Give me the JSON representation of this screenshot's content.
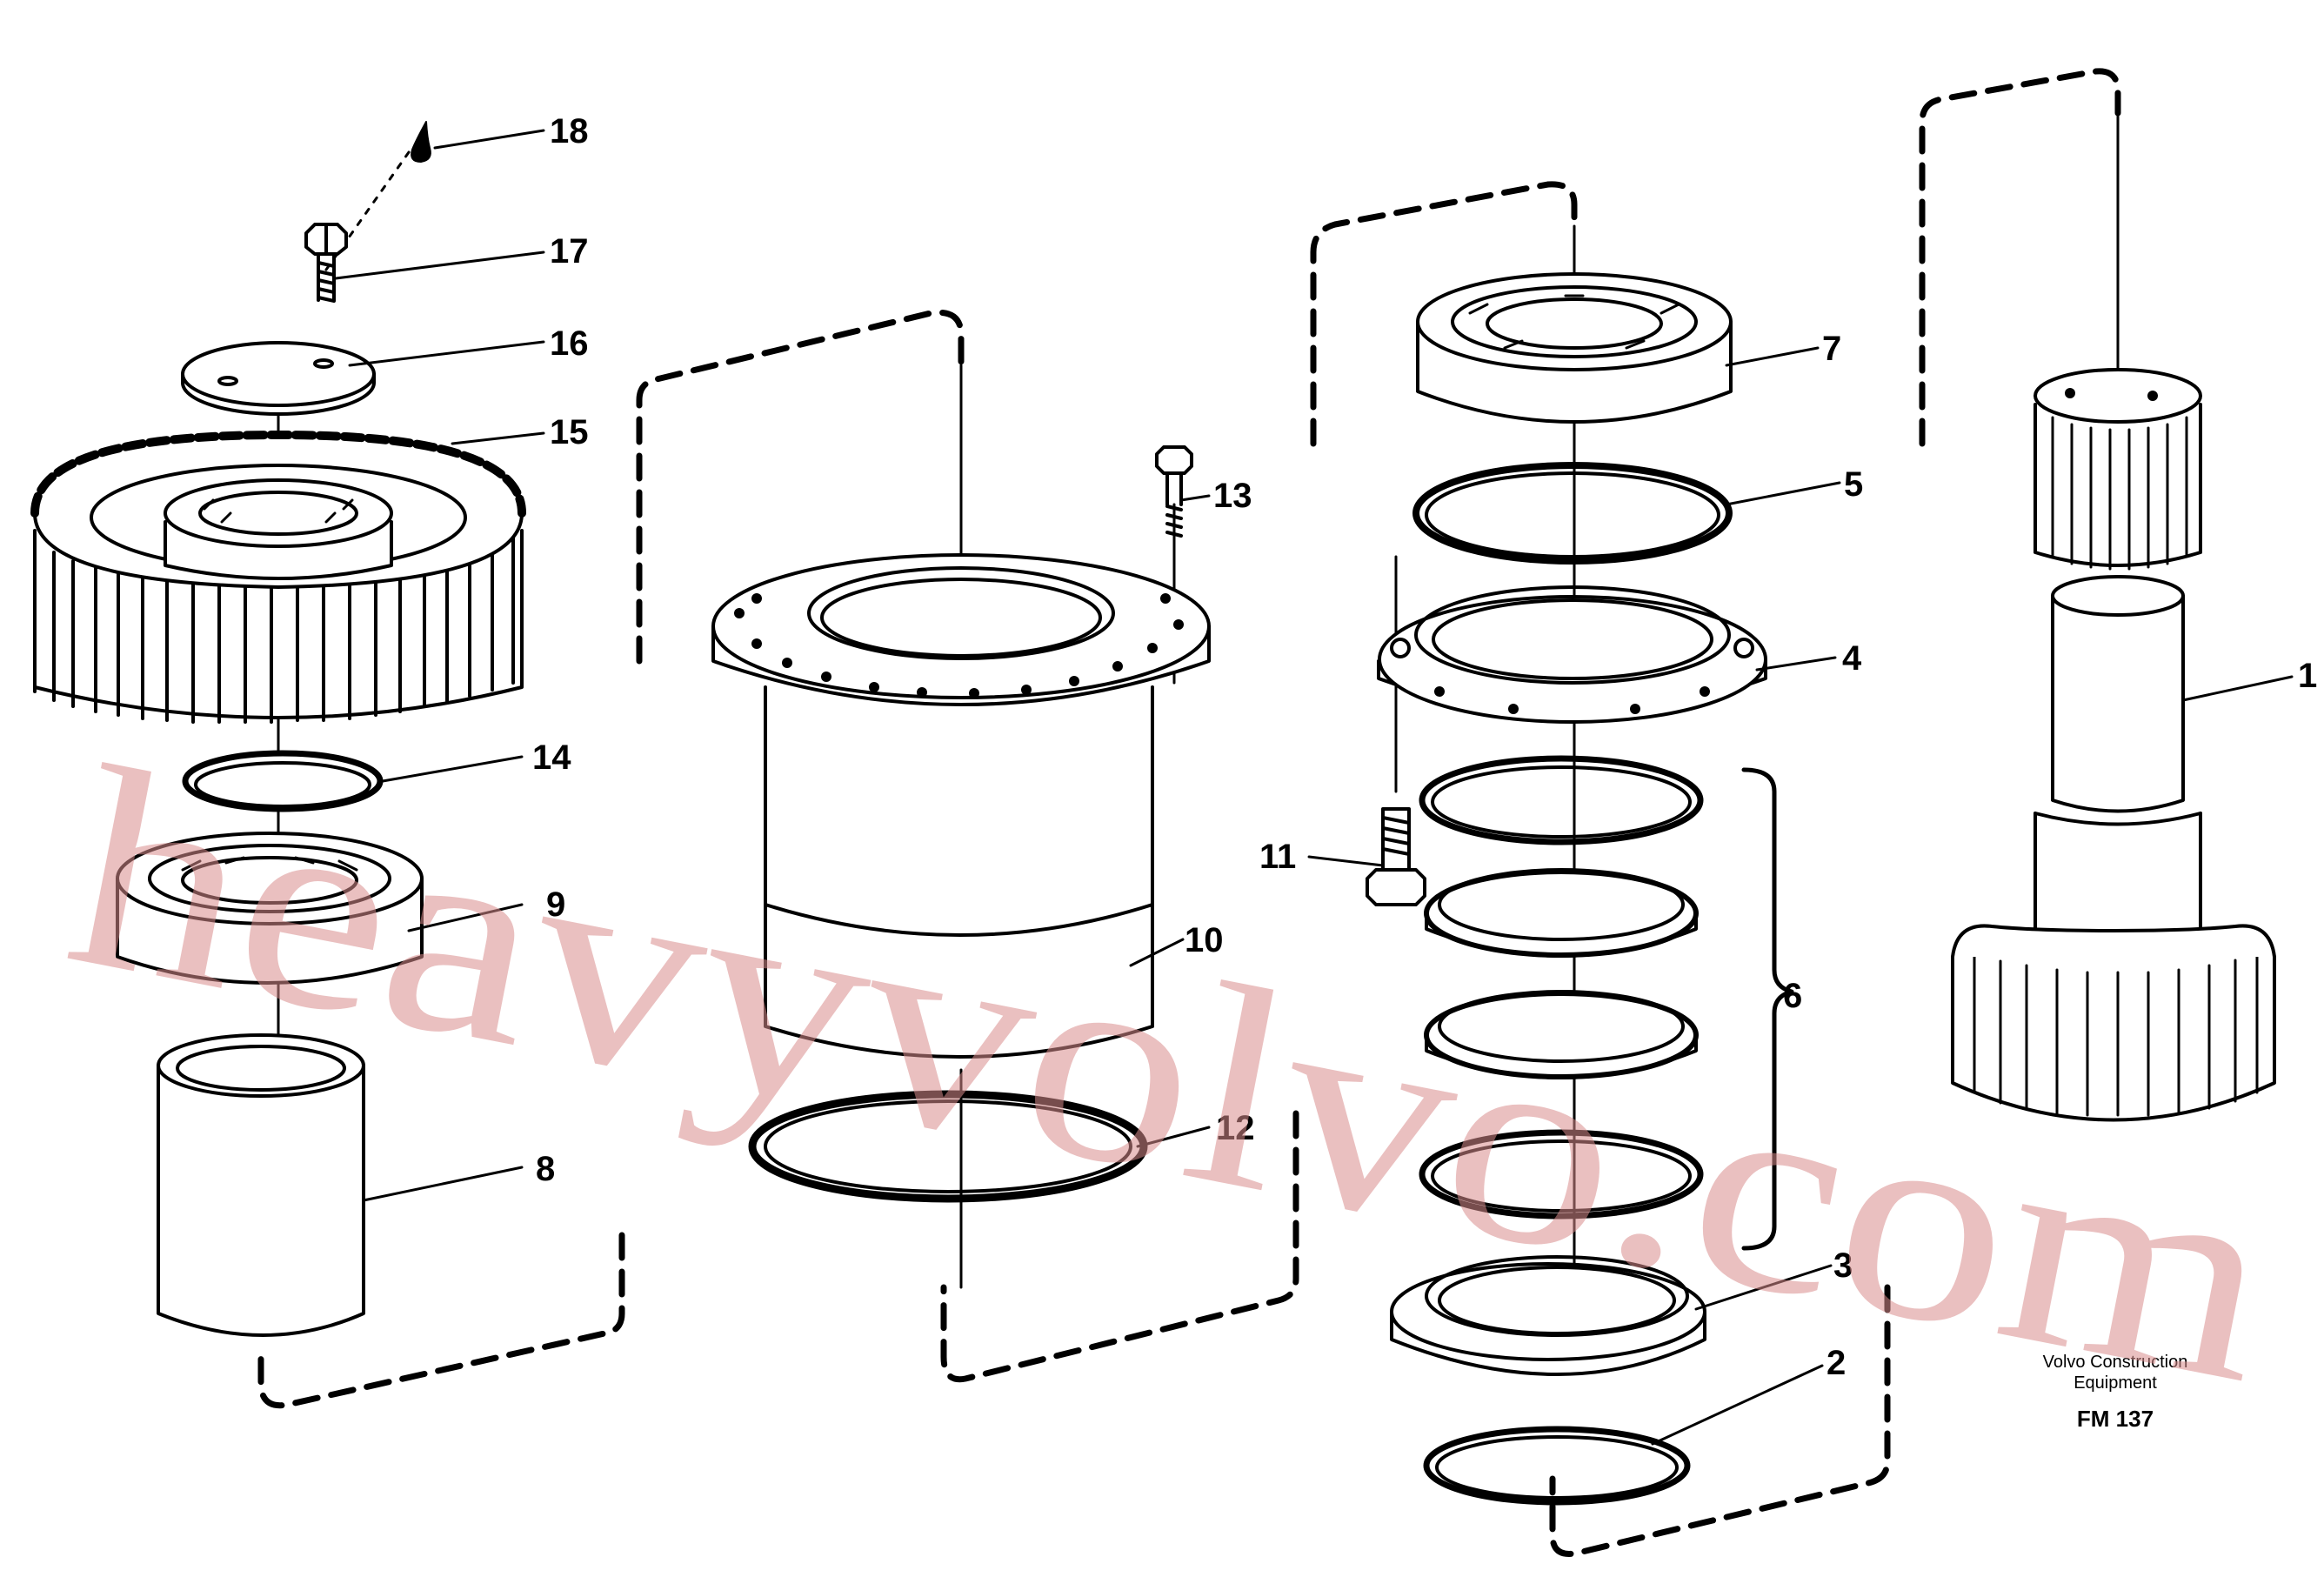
{
  "callouts": {
    "p1": "1",
    "p2": "2",
    "p3": "3",
    "p4": "4",
    "p5": "5",
    "p6": "6",
    "p7": "7",
    "p8": "8",
    "p9": "9",
    "p10": "10",
    "p11": "11",
    "p12": "12",
    "p13": "13",
    "p14": "14",
    "p15": "15",
    "p16": "16",
    "p17": "17",
    "p18": "18"
  },
  "caption": {
    "company_line1": "Volvo Construction",
    "company_line2": "Equipment",
    "figure_code": "FM 137"
  },
  "watermark": {
    "text": "heavyvolvo.com",
    "color": "#d98c8c"
  }
}
